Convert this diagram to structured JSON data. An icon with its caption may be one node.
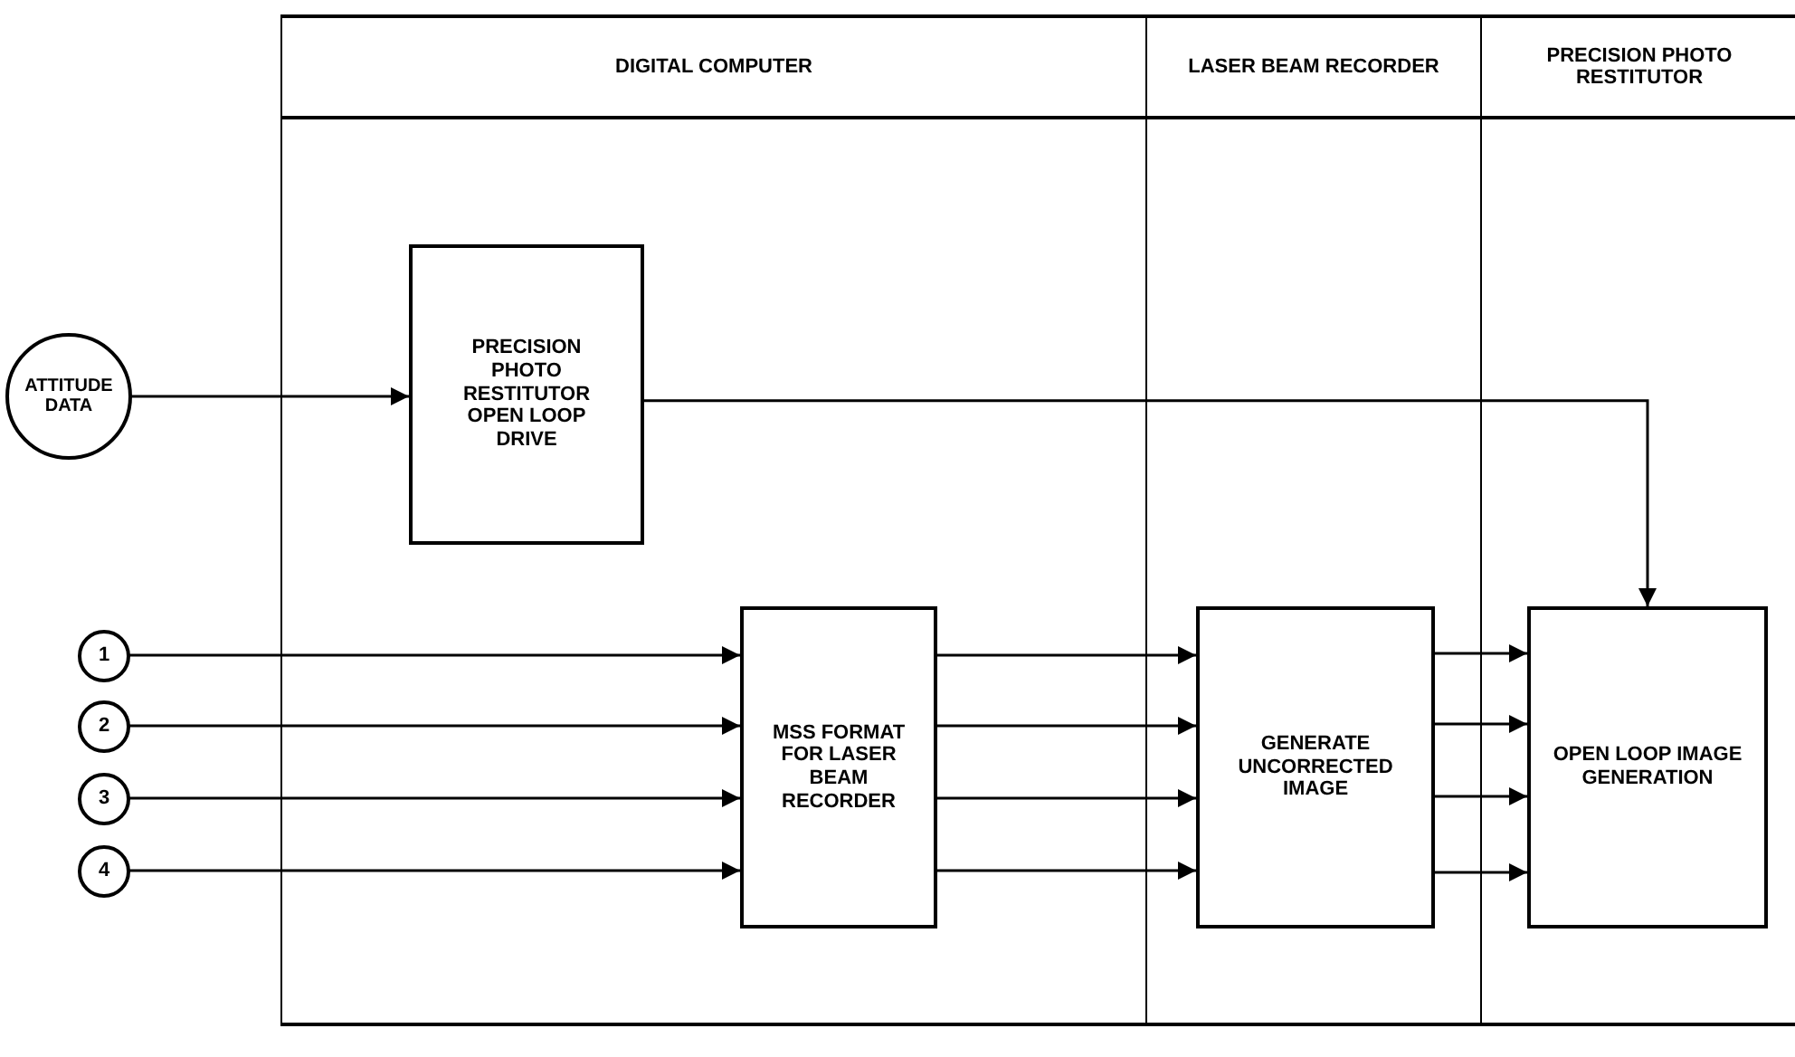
{
  "diagram": {
    "nodes": [
      {
        "text": [
          "DIGITAL COMPUTER"
        ]
      },
      {
        "text": [
          "LASER BEAM RECORDER"
        ]
      },
      {
        "text": [
          "PRECISION PHOTO RESTITUTOR"
        ]
      },
      {
        "text": [
          "ATTITUDE DATA"
        ]
      },
      {
        "text": [
          "PRECISION PHOTO RESTITUTOR OPEN LOOP DRIVE"
        ],
        "in": 0
      },
      {
        "text": [
          "MSS FORMAT FOR LASER BEAM RECORDER"
        ],
        "in": 0
      },
      {
        "text": [
          "GENERATE UNCORRECTED IMAGE"
        ],
        "in": 1
      },
      {
        "text": [
          "OPEN LOOP IMAGE GENERATION"
        ],
        "in": 2
      },
      {
        "text": [
          "1"
        ]
      },
      {
        "text": [
          "2"
        ]
      },
      {
        "text": [
          "3"
        ]
      },
      {
        "text": [
          "4"
        ]
      }
    ],
    "edges": [
      {
        "from": 3,
        "to": 4,
        "arrow": "to"
      },
      {
        "from": 4,
        "to": 7,
        "arrow": "to"
      },
      {
        "from": 8,
        "to": 5,
        "arrow": "to"
      },
      {
        "from": 9,
        "to": 5,
        "arrow": "to"
      },
      {
        "from": 10,
        "to": 5,
        "arrow": "to"
      },
      {
        "from": 11,
        "to": 5,
        "arrow": "to"
      },
      {
        "from": 5,
        "to": 6,
        "arrow": "to"
      },
      {
        "from": 5,
        "to": 6,
        "arrow": "to"
      },
      {
        "from": 5,
        "to": 6,
        "arrow": "to"
      },
      {
        "from": 5,
        "to": 6,
        "arrow": "to"
      },
      {
        "from": 6,
        "to": 7,
        "arrow": "to"
      },
      {
        "from": 6,
        "to": 7,
        "arrow": "to"
      },
      {
        "from": 6,
        "to": 7,
        "arrow": "to"
      },
      {
        "from": 6,
        "to": 7,
        "arrow": "to"
      }
    ]
  }
}
